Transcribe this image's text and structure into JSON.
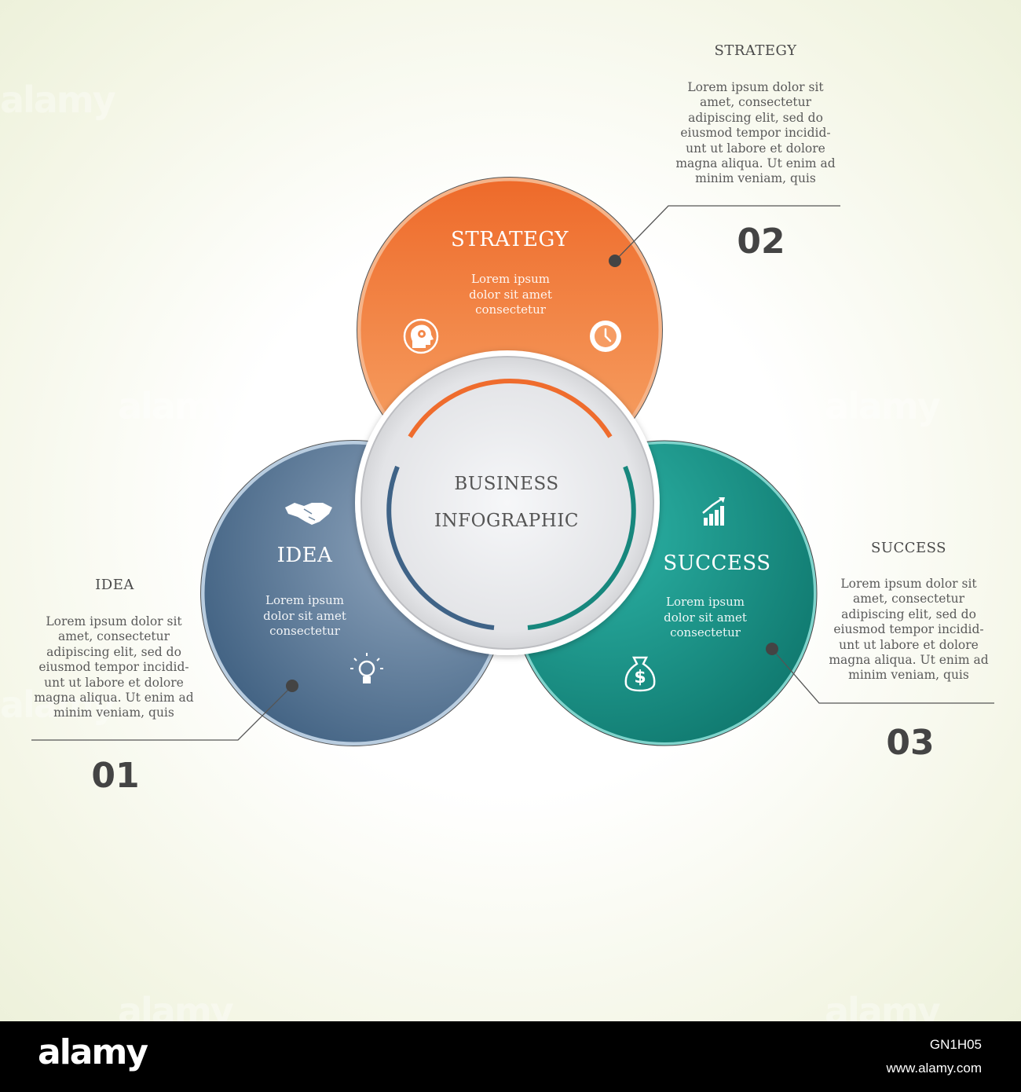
{
  "center": {
    "line1": "BUSINESS",
    "line2": "INFOGRAPHIC"
  },
  "steps": [
    {
      "number": "01",
      "circle_title": "IDEA",
      "circle_body": "Lorem ipsum\ndolor sit amet\nconsectetur",
      "side_title": "IDEA",
      "side_body": "Lorem ipsum dolor sit\namet, consectetur\nadipiscing elit, sed do\neiusmod tempor incidid-\nunt ut labore et dolore\nmagna aliqua. Ut enim ad\nminim veniam, quis",
      "color": "#4f6f8f",
      "icons": [
        "handshake-icon",
        "lightbulb-icon"
      ]
    },
    {
      "number": "02",
      "circle_title": "STRATEGY",
      "circle_body": "Lorem ipsum\ndolor sit amet\nconsectetur",
      "side_title": "STRATEGY",
      "side_body": "Lorem ipsum dolor sit\namet, consectetur\nadipiscing elit, sed do\neiusmod tempor incidid-\nunt ut labore et dolore\nmagna aliqua. Ut enim ad\nminim veniam, quis",
      "color": "#f07030",
      "icons": [
        "head-gears-icon",
        "clock-icon"
      ]
    },
    {
      "number": "03",
      "circle_title": "SUCCESS",
      "circle_body": "Lorem ipsum\ndolor sit amet\nconsectetur",
      "side_title": "SUCCESS",
      "side_body": "Lorem ipsum dolor sit\namet, consectetur\nadipiscing elit, sed do\neiusmod tempor incidid-\nunt ut labore et dolore\nmagna aliqua. Ut enim ad\nminim veniam, quis",
      "color": "#1f9e94",
      "icons": [
        "growth-chart-icon",
        "money-bag-icon"
      ]
    }
  ],
  "footer": {
    "logo": "alamy",
    "image_id": "GN1H05",
    "url": "www.alamy.com"
  },
  "watermark": "alamy"
}
